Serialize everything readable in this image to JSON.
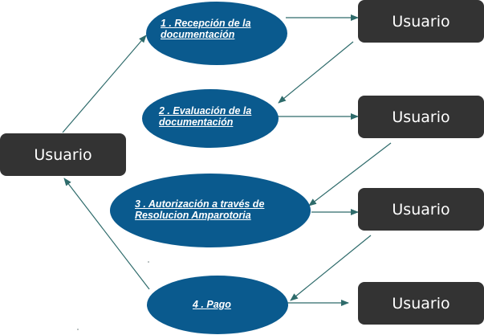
{
  "colors": {
    "process_fill": "#0a5a8e",
    "actor_fill": "#333333",
    "arrow": "#2e6b6b"
  },
  "actors": {
    "main": "Usuario",
    "u1": "Usuario",
    "u2": "Usuario",
    "u3": "Usuario",
    "u4": "Usuario"
  },
  "steps": [
    {
      "line1": "1 . Recepción de la",
      "line2": "documentación"
    },
    {
      "line1": "2 . Evaluación de la",
      "line2": "documentación"
    },
    {
      "line1": "3 . Autorización a través de",
      "line2": "Resolucion Amparotoria"
    },
    {
      "line1": "4 . Pago",
      "line2": ""
    }
  ]
}
